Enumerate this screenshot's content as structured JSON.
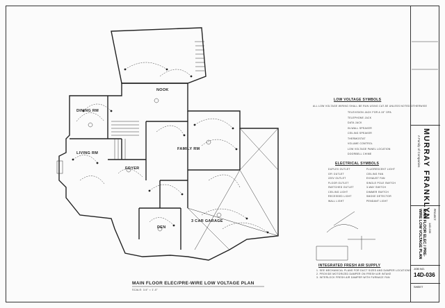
{
  "drawing": {
    "title": "MAIN FLOOR ELEC/PRE-WIRE LOW VOLTAGE PLAN",
    "scale": "SCALE: 1/4\" = 1'-0\""
  },
  "rooms": {
    "nook": "NOOK",
    "dining": "DINING RM",
    "living": "LIVING RM",
    "family": "FAMILY RM",
    "foyer": "FOYER",
    "den": "DEN",
    "garage": "3 CAR GARAGE"
  },
  "legend": {
    "low_voltage_title": "LOW VOLTAGE SYMBOLS",
    "low_voltage_note": "ALL LOW VOLTAGE WIRING SHALL BE RUN USING CAT-5E UNLESS NOTED OTHERWISE",
    "low_voltage_items": [
      "TELEVISION JACK FOR A 15\" OPA",
      "TELEPHONE JACK",
      "DATA JACK",
      "IN-WALL SPEAKER",
      "CEILING SPEAKER",
      "THERMOSTAT",
      "VOLUME CONTROL",
      "LOW VOLTAGE PANEL LOCATION",
      "DOORBELL CHIME"
    ],
    "electrical_title": "ELECTRICAL SYMBOLS",
    "electrical_items": [
      "DUPLEX OUTLET",
      "GFI OUTLET",
      "220V OUTLET",
      "FLOOR OUTLET",
      "SWITCHED OUTLET",
      "CEILING LIGHT",
      "RECESSED LIGHT",
      "WALL LIGHT",
      "FLUORESCENT LIGHT",
      "CEILING FAN",
      "EXHAUST FAN",
      "SINGLE POLE SWITCH",
      "3-WAY SWITCH",
      "DIMMER SWITCH",
      "SMOKE DETECTOR",
      "PENDANT LIGHT"
    ],
    "fresh_air_title": "INTEGRATED FRESH AIR SUPPLY",
    "fresh_air_notes": [
      "1. SEE MECHANICAL PLANS FOR DUCT SIZES AND DAMPER LOCATIONS",
      "2. PROVIDE MOTORIZED DAMPER ON FRESH AIR INTAKE",
      "3. INTERLOCK FRESH AIR DAMPER WITH FURNACE FAN"
    ]
  },
  "title_block": {
    "firm_name": "MURRAY FRANKLYN",
    "firm_tagline": "A Family of Companies",
    "project_label": "PROJECT:",
    "project_no": "14D-036",
    "sheet_title": "MAIN FLOOR ELEC / PRE-WIRE LOW VOLTAGE PLAN",
    "job_label": "JOB NO.",
    "job_no": "14D-036",
    "sheet_label": "SHEET"
  },
  "colors": {
    "line": "#222222",
    "paper": "#fbfbfb"
  }
}
